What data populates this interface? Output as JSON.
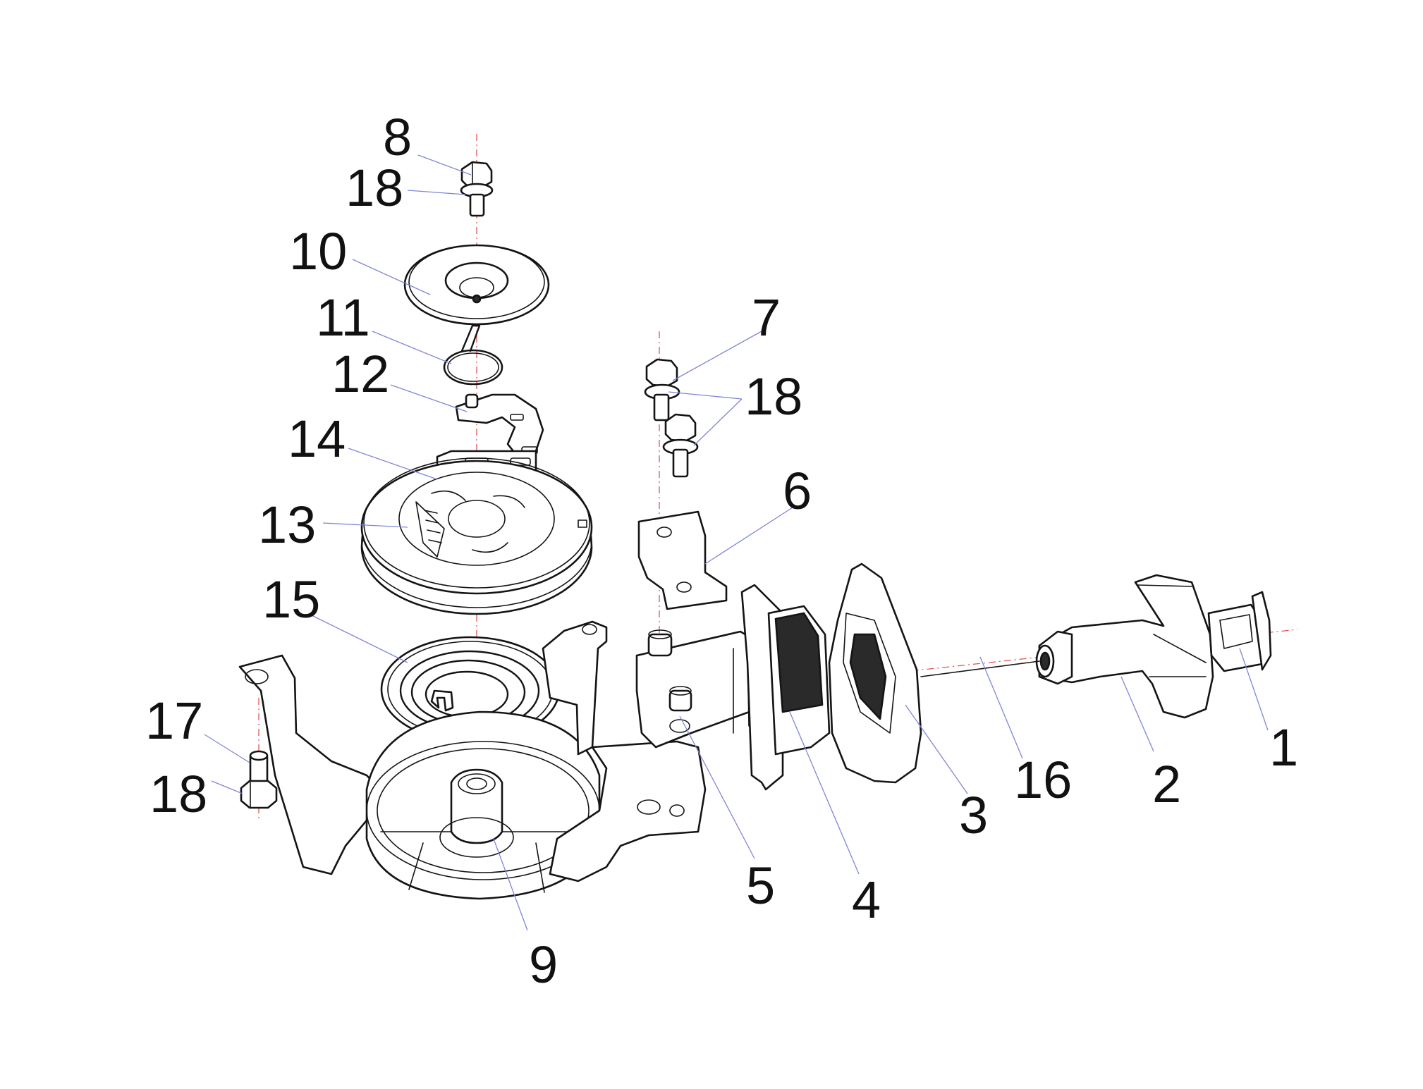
{
  "diagram": {
    "colors": {
      "background": "#ffffff",
      "linework": "#141414",
      "leader_lines": "#7f86d8",
      "center_axes": "#e04848"
    },
    "callouts": [
      {
        "id": "1",
        "label": "1"
      },
      {
        "id": "2",
        "label": "2"
      },
      {
        "id": "3",
        "label": "3"
      },
      {
        "id": "4",
        "label": "4"
      },
      {
        "id": "5",
        "label": "5"
      },
      {
        "id": "6",
        "label": "6"
      },
      {
        "id": "7",
        "label": "7"
      },
      {
        "id": "8",
        "label": "8"
      },
      {
        "id": "9",
        "label": "9"
      },
      {
        "id": "10",
        "label": "10"
      },
      {
        "id": "11",
        "label": "11"
      },
      {
        "id": "12",
        "label": "12"
      },
      {
        "id": "13",
        "label": "13"
      },
      {
        "id": "14",
        "label": "14"
      },
      {
        "id": "15",
        "label": "15"
      },
      {
        "id": "16",
        "label": "16"
      },
      {
        "id": "17",
        "label": "17"
      },
      {
        "id": "18a",
        "label": "18"
      },
      {
        "id": "18b",
        "label": "18"
      },
      {
        "id": "18c",
        "label": "18"
      }
    ]
  }
}
